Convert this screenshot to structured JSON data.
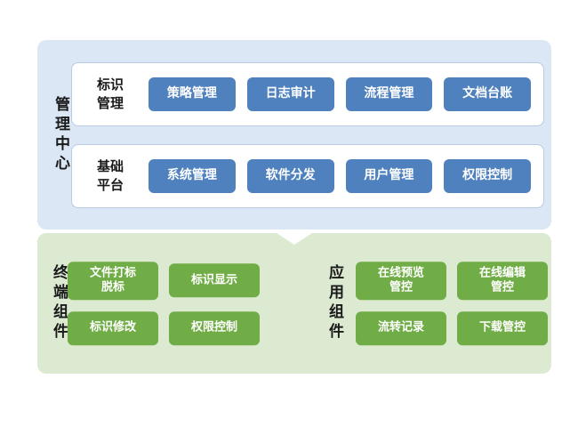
{
  "management_center": {
    "label": "管理中心",
    "groups": [
      {
        "label": "标识\n管理",
        "buttons": [
          "策略管理",
          "日志审计",
          "流程管理",
          "文档台账"
        ]
      },
      {
        "label": "基础\n平台",
        "buttons": [
          "系统管理",
          "软件分发",
          "用户管理",
          "权限控制"
        ]
      }
    ]
  },
  "terminal": {
    "label": "终端组件",
    "buttons": [
      "文件打标\n脱标",
      "标识显示",
      "标识修改",
      "权限控制"
    ]
  },
  "application": {
    "label": "应用组件",
    "buttons": [
      "在线预览\n管控",
      "在线编辑\n管控",
      "流转记录",
      "下载管控"
    ]
  },
  "colors": {
    "button_blue": "#4e81bd",
    "button_green": "#71ad47",
    "panel_top_bg": "#dbe7f4",
    "panel_bottom_bg": "#dcead2",
    "group_box_border": "#b9cbe3"
  }
}
